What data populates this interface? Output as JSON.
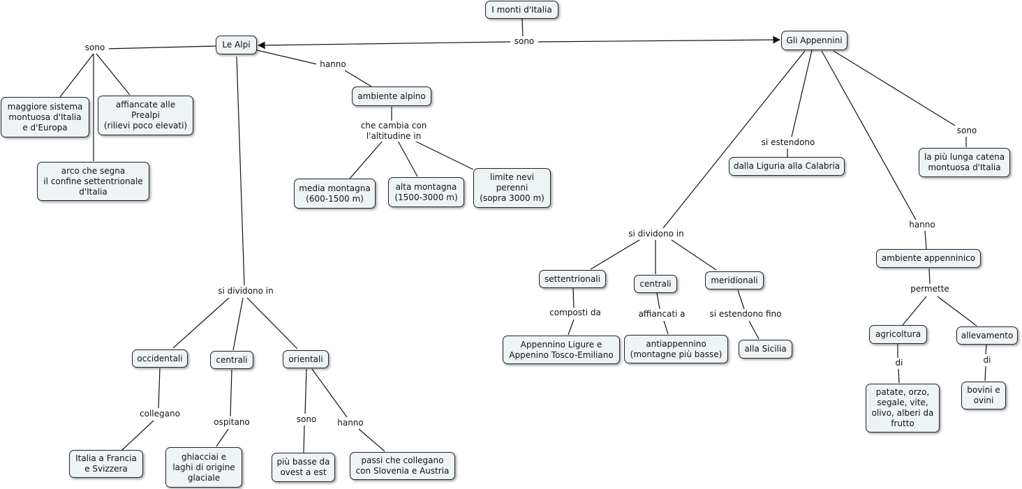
{
  "concepts": {
    "root": "I monti d'Italia",
    "alpi": "Le Alpi",
    "appennini": "Gli Appennini",
    "alpi_a": "maggiore sistema\nmontuosa d'Italia\ne d'Europa",
    "alpi_b": "affiancate alle\nPrealpi\n(rilievi poco elevati)",
    "alpi_c": "arco che segna\nil confine settentrionale\nd'Italia",
    "amb_alpino": "ambiente alpino",
    "media": "media montagna\n(600-1500 m)",
    "alta": "alta montagna\n(1500-3000 m)",
    "limite": "limite nevi\nperenni\n(sopra 3000 m)",
    "occ": "occidentali",
    "cen_a": "centrali",
    "ori": "orientali",
    "italia_fr": "Italia a Francia\ne Svizzera",
    "ghiacciai": "ghiacciai e\nlaghi di origine\nglaciale",
    "basse": "più basse da\novest a est",
    "passi": "passi che collegano\ncon Slovenia e Austria",
    "liguria": "dalla Liguria alla Calabria",
    "lunga": "la più lunga catena\nmontuosa d'Italia",
    "sett": "settentrionali",
    "cen_ap": "centrali",
    "merid": "meridionali",
    "app_lig": "Appennino Ligure e\nAppenino Tosco-Emiliano",
    "antiapp": "antiappennino\n(montagne più basse)",
    "sicilia": "alla Sicilia",
    "amb_app": "ambiente appenninico",
    "agri": "agricoltura",
    "alleva": "allevamento",
    "patate": "patate, orzo,\nsegale, vite,\nolivo, alberi da\nfrutto",
    "bovini": "bovini e\novini"
  },
  "links": {
    "root_sono": "sono",
    "alpi_sono": "sono",
    "alpi_hanno": "hanno",
    "cambia": "che cambia con\nl'altitudine in",
    "alpi_dividono": "si dividono in",
    "collegano": "collegano",
    "ospitano": "ospitano",
    "ori_sono": "sono",
    "ori_hanno": "hanno",
    "estendono": "si estendono",
    "app_sono": "sono",
    "app_dividono": "si dividono in",
    "app_hanno": "hanno",
    "composti": "composti da",
    "affiancati": "affiancati a",
    "fino": "si estendono fino",
    "permette": "permette",
    "di_agri": "di",
    "di_alleva": "di"
  }
}
